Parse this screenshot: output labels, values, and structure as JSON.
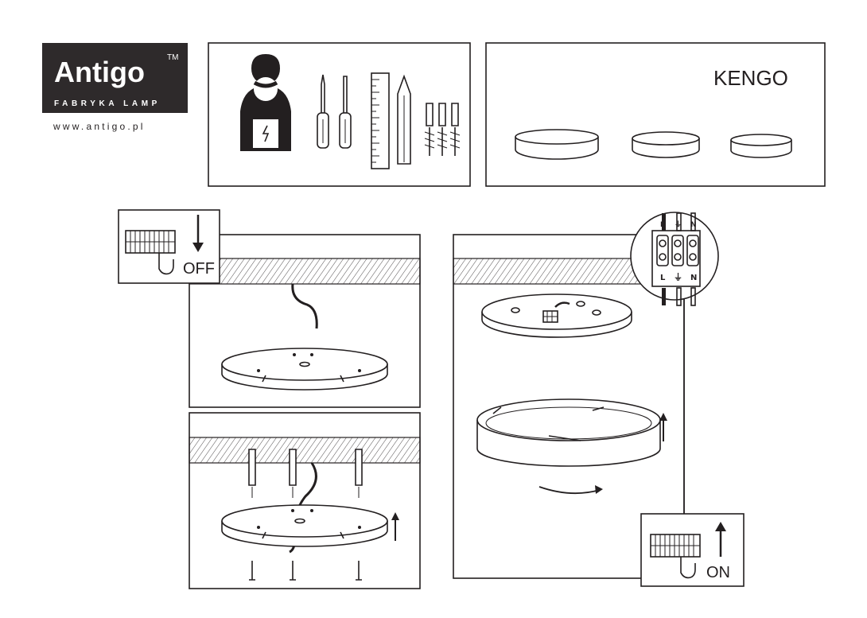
{
  "logo": {
    "brand": "Antigo",
    "trademark": "TM",
    "tagline": "FABRYKA LAMP",
    "url": "www.antigo.pl"
  },
  "product": {
    "name": "KENGO"
  },
  "switch_off": {
    "label": "OFF"
  },
  "switch_on": {
    "label": "ON"
  },
  "wiring": {
    "terminals_top": [
      "L",
      "⏚",
      "N"
    ],
    "terminals_bottom": [
      "L",
      "⏚",
      "N"
    ]
  },
  "colors": {
    "ink": "#231f20",
    "logo_bg": "#2e2a2b"
  }
}
